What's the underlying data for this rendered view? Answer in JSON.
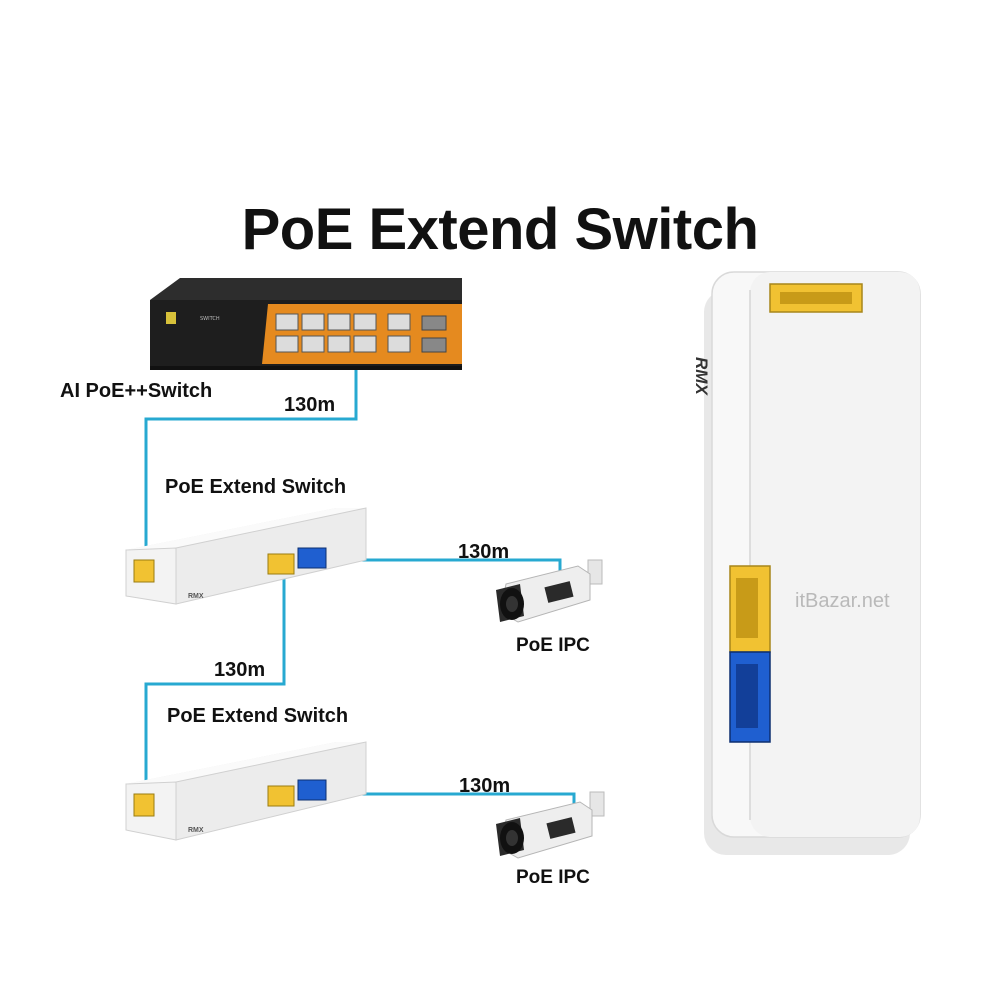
{
  "title": "PoE Extend Switch",
  "labels": {
    "ai_switch": "AI PoE++Switch",
    "extend_switch_1": "PoE Extend Switch",
    "extend_switch_2": "PoE Extend Switch",
    "ipc_1": "PoE IPC",
    "ipc_2": "PoE IPC"
  },
  "cables": {
    "switch_to_ext1": "130m",
    "ext1_to_ipc1": "130m",
    "ext1_to_ext2": "130m",
    "ext2_to_ipc2": "130m"
  },
  "device_branding": {
    "brand": "RMX",
    "small_brand": "RMX"
  },
  "watermark": "itBazar.net",
  "colors": {
    "cable": "#27a9d1",
    "port_yellow": "#f1c232",
    "port_blue": "#1f5fd0",
    "switch_body": "#1e1e1e",
    "switch_orange": "#e58a1f",
    "device_white": "#f6f6f6"
  }
}
